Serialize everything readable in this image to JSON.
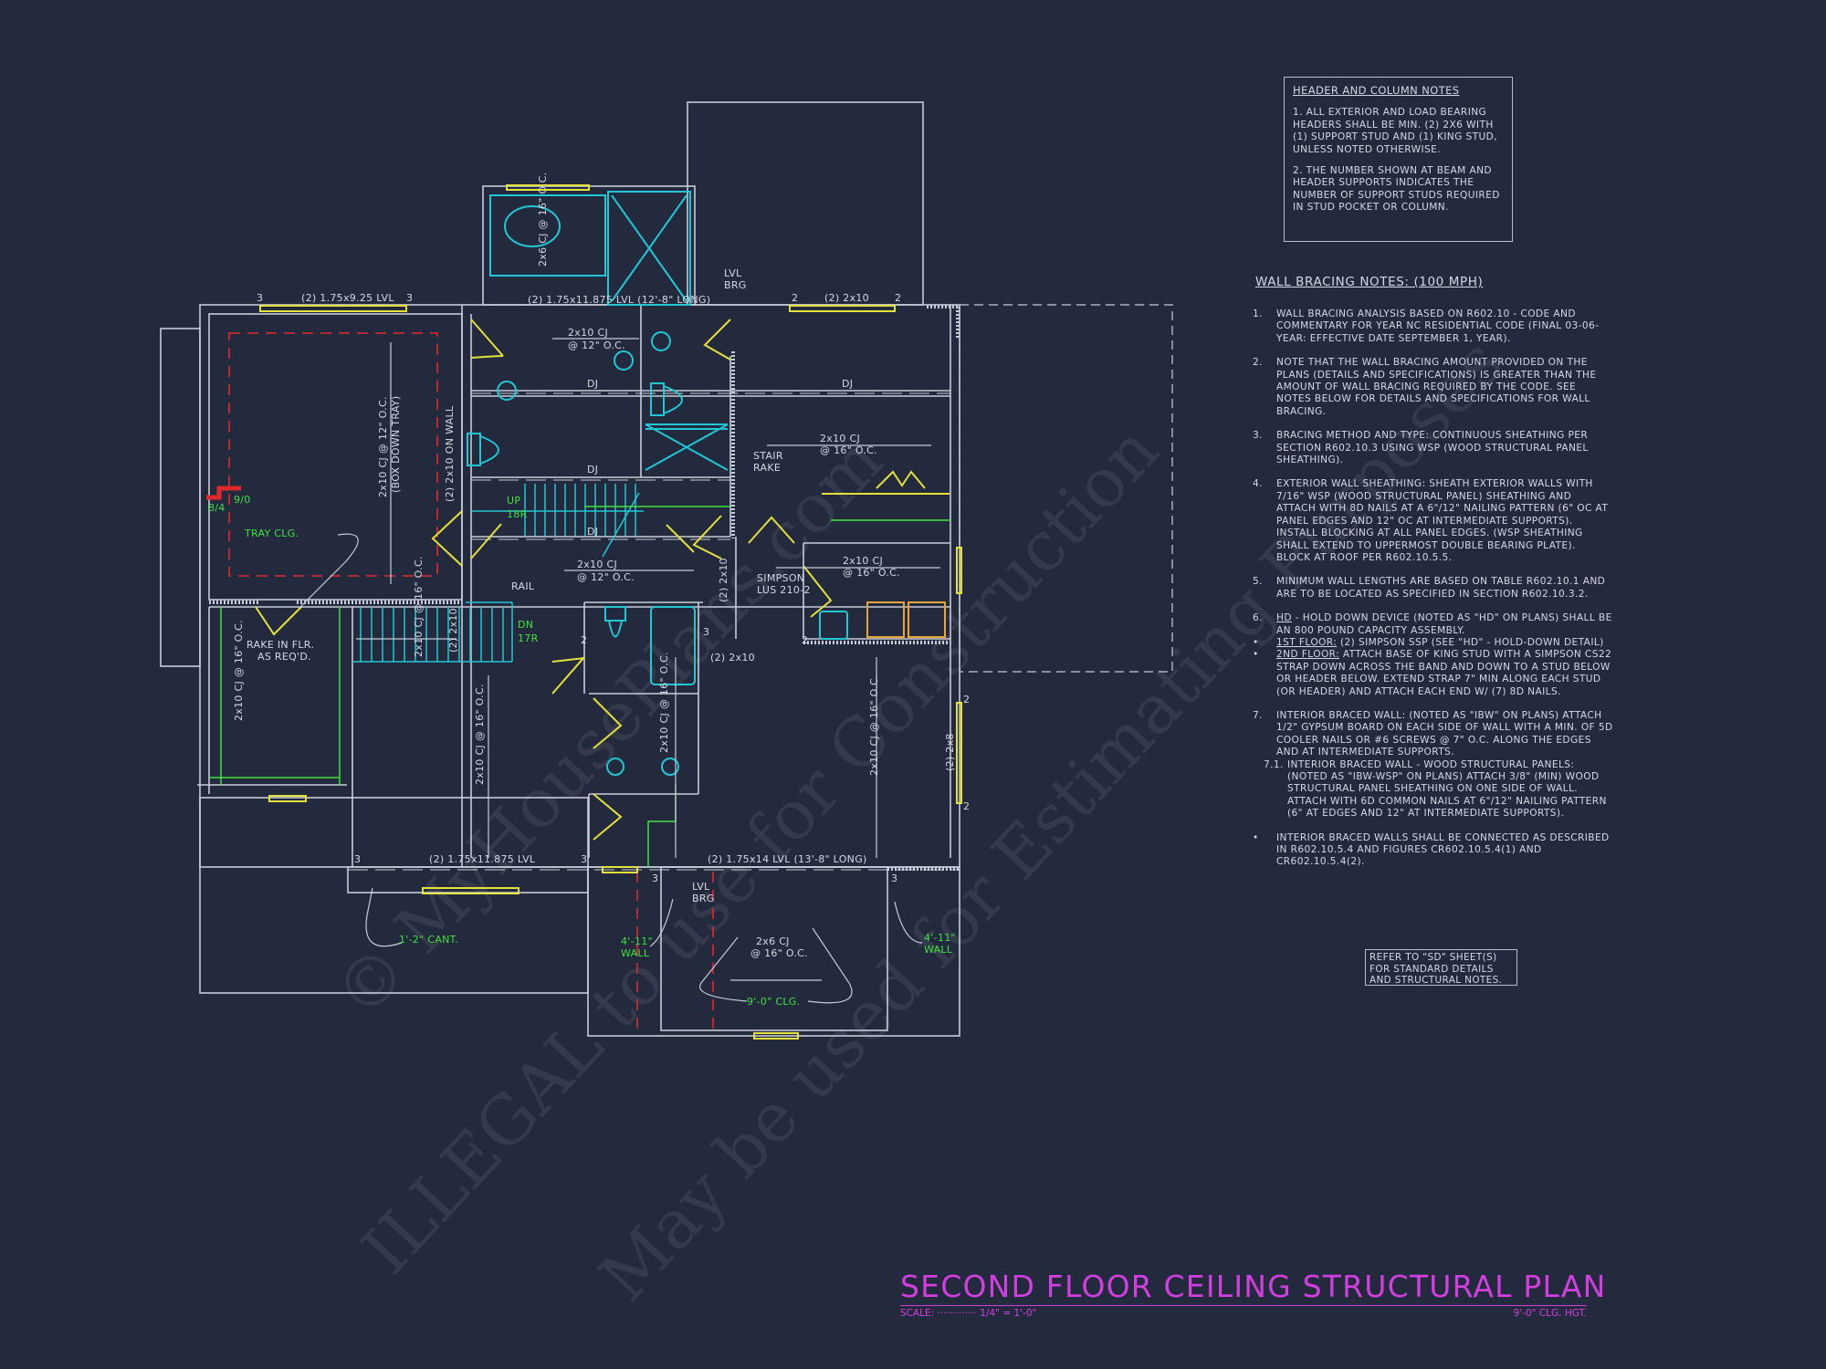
{
  "title": {
    "main": "SECOND FLOOR CEILING STRUCTURAL PLAN",
    "scale": "SCALE: ············· 1/4\" = 1'-0\"",
    "ceiling_height": "9'-0\" CLG. HGT."
  },
  "colors": {
    "background": "#242a3e",
    "lines": "#c8ccd6",
    "beams": "#e4e23a",
    "fixtures": "#22c7d6",
    "tray": "#e02a2a",
    "annotation": "#3ee23e",
    "title": "#d23ee0"
  },
  "header_notes": {
    "heading": "HEADER AND COLUMN NOTES",
    "items": [
      "1. ALL EXTERIOR AND LOAD BEARING HEADERS SHALL BE MIN. (2) 2x6 WITH (1) SUPPORT STUD AND (1) KING STUD, UNLESS NOTED OTHERWISE.",
      "2. THE NUMBER SHOWN AT BEAM AND HEADER SUPPORTS INDICATES THE NUMBER OF SUPPORT STUDS REQUIRED IN STUD POCKET OR COLUMN."
    ]
  },
  "wall_bracing": {
    "heading": "WALL BRACING NOTES: (100 MPH)",
    "items": [
      {
        "num": "1.",
        "text": "WALL BRACING ANALYSIS BASED ON R602.10 - CODE AND COMMENTARY FOR YEAR NC RESIDENTIAL CODE (FINAL 03-06-YEAR: EFFECTIVE DATE SEPTEMBER 1, YEAR)."
      },
      {
        "num": "2.",
        "text": "NOTE THAT THE WALL BRACING AMOUNT PROVIDED ON THE PLANS (DETAILS AND SPECIFICATIONS) IS GREATER THAN THE AMOUNT OF WALL BRACING REQUIRED BY THE CODE. SEE NOTES BELOW FOR DETAILS AND SPECIFICATIONS FOR WALL BRACING."
      },
      {
        "num": "3.",
        "text": "BRACING METHOD AND TYPE: CONTINUOUS SHEATHING PER SECTION R602.10.3 USING WSP (WOOD STRUCTURAL PANEL SHEATHING)."
      },
      {
        "num": "4.",
        "text": "EXTERIOR WALL SHEATHING: SHEATH EXTERIOR WALLS WITH 7/16\" WSP (WOOD STRUCTURAL PANEL) SHEATHING AND ATTACH WITH 8d NAILS AT A 6\"/12\" NAILING PATTERN (6\" OC AT PANEL EDGES AND 12\" OC AT INTERMEDIATE SUPPORTS). INSTALL BLOCKING AT ALL PANEL EDGES. (WSP SHEATHING SHALL EXTEND TO UPPERMOST DOUBLE BEARING PLATE). BLOCK AT ROOF PER R602.10.5.5."
      },
      {
        "num": "5.",
        "text": "MINIMUM WALL LENGTHS ARE BASED ON TABLE R602.10.1 AND ARE TO BE LOCATED AS SPECIFIED IN SECTION R602.10.3.2."
      },
      {
        "num": "6.",
        "label": "HD",
        "text": " - HOLD DOWN DEVICE (NOTED AS \"HD\" ON PLANS) SHALL BE AN 800 POUND CAPACITY ASSEMBLY."
      },
      {
        "num": "•",
        "label": "1ST FLOOR:",
        "text": " (2) SIMPSON SSP (SEE \"HD\" - HOLD-DOWN DETAIL)"
      },
      {
        "num": "•",
        "label": "2ND FLOOR:",
        "text": " ATTACH BASE OF KING STUD WITH A SIMPSON CS22 STRAP DOWN ACROSS THE BAND AND DOWN TO A STUD BELOW OR HEADER BELOW. EXTEND STRAP 7\" MIN ALONG EACH STUD (OR HEADER) AND ATTACH EACH END W/ (7) 8d NAILS."
      },
      {
        "num": "7.",
        "text": "INTERIOR BRACED WALL: (NOTED AS \"IBW\" ON PLANS) ATTACH 1/2\" GYPSUM BOARD ON EACH SIDE OF WALL WITH A MIN. OF 5d COOLER NAILS OR #6 SCREWS @ 7\" O.C. ALONG THE EDGES AND AT INTERMEDIATE SUPPORTS."
      },
      {
        "num": "7.1.",
        "text": "INTERIOR BRACED WALL - WOOD STRUCTURAL PANELS: (NOTED AS \"IBW-WSP\" ON PLANS) ATTACH 3/8\" (MIN) WOOD STRUCTURAL PANEL SHEATHING ON ONE SIDE OF WALL. ATTACH WITH 6d COMMON NAILS AT 6\"/12\" NAILING PATTERN (6\" AT EDGES AND 12\" AT INTERMEDIATE SUPPORTS)."
      },
      {
        "num": "•",
        "text": "INTERIOR BRACED WALLS SHALL BE CONNECTED AS DESCRIBED IN R602.10.5.4 AND FIGURES CR602.10.5.4(1) AND CR602.10.5.4(2)."
      }
    ]
  },
  "refer_note": "REFER TO \"SD\" SHEET(S) FOR STANDARD DETAILS AND STRUCTURAL NOTES.",
  "plan_labels": [
    "3",
    "(2) 1.75x9.25 LVL",
    "3",
    "(2) 1.75x11.875 LVL (12'-8\" LONG)",
    "LVL",
    "BRG",
    "2",
    "(2) 2x10",
    "2",
    "2x6 CJ @ 16\" O.C.",
    "2x10 CJ",
    "@ 12\" O.C.",
    "DJ",
    "DJ",
    "DJ",
    "DJ",
    "2x10 CJ",
    "@ 16\" O.C.",
    "STAIR",
    "RAKE",
    "UP",
    "18R",
    "9/0",
    "8/4",
    "TRAY CLG.",
    "2x10 CJ @ 12\" O.C.",
    "(BOX DOWN TRAY)",
    "(2) 2x10 ON WALL",
    "RAIL",
    "2x10 CJ",
    "@ 12\" O.C.",
    "(2) 2x10",
    "SIMPSON",
    "LUS 210-2",
    "2x10 CJ",
    "@ 16\" O.C.",
    "DN",
    "17R",
    "2x10 CJ @ 16\" O.C.",
    "(2) 2x10",
    "RAKE IN FLR.",
    "AS REQ'D.",
    "2x10 CJ @ 16\" O.C.",
    "2",
    "(2) 2x10",
    "3",
    "2",
    "2x10 CJ @ 16\" O.C.",
    "2x10 CJ @ 16\" O.C.",
    "2x10 CJ @ 16\" O.C.",
    "(2) 2x8",
    "2",
    "2",
    "3",
    "(2) 1.75x11.875 LVL",
    "3",
    "(2) 1.75x14 LVL (13'-8\" LONG)",
    "3",
    "LVL",
    "BRG",
    "3",
    "1'-2\" CANT.",
    "4'-11\"",
    "WALL",
    "4'-11\"",
    "WALL",
    "2x6 CJ",
    "@ 16\" O.C.",
    "9'-0\" CLG."
  ],
  "watermark": [
    "© MyHousePlans.com",
    "ILLEGAL to use for Construction",
    "May be used for Estimating Purposes"
  ]
}
